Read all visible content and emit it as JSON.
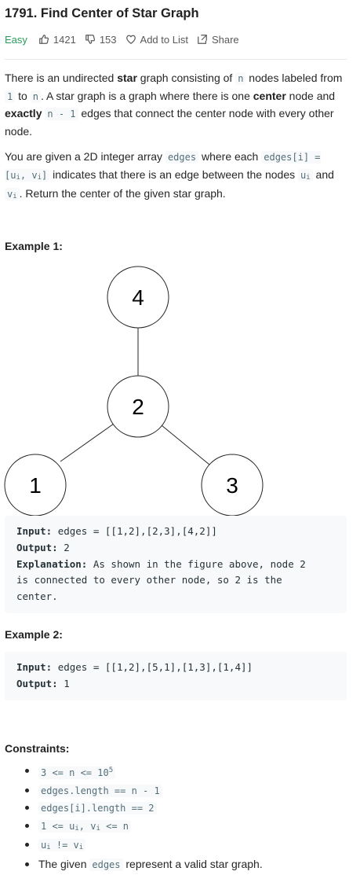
{
  "problem": {
    "title": "1791. Find Center of Star Graph",
    "difficulty": "Easy",
    "likes": "1421",
    "dislikes": "153",
    "add_to_list": "Add to List",
    "share": "Share"
  },
  "description": {
    "p1": {
      "t1": "There is an undirected ",
      "b1": "star",
      "t2": " graph consisting of ",
      "c1": "n",
      "t3": " nodes labeled from ",
      "c2": "1",
      "t4": " to ",
      "c3": "n",
      "t5": ". A star graph is a graph where there is one ",
      "b2": "center",
      "t6": " node and ",
      "b3": "exactly",
      "c4": "n - 1",
      "t7": " edges that connect the center node with every other node."
    },
    "p2": {
      "t1": "You are given a 2D integer array ",
      "c1": "edges",
      "t2": " where each ",
      "c2": "edges[i] = [u",
      "s1": "i",
      "c3": ", v",
      "s2": "i",
      "c4": "]",
      "t3": " indicates that there is an edge between the nodes ",
      "c5": "u",
      "s3": "i",
      "t4": " and ",
      "c6": "v",
      "s4": "i",
      "t5": ". Return the center of the given star graph."
    }
  },
  "example1": {
    "heading": "Example 1:",
    "graph_nodes": [
      "4",
      "2",
      "1",
      "3"
    ],
    "input_label": "Input:",
    "input_value": "edges = [[1,2],[2,3],[4,2]]",
    "output_label": "Output:",
    "output_value": "2",
    "explanation_label": "Explanation:",
    "explanation_l1": "As shown in the figure above, node 2",
    "explanation_l2": "is connected to every other node, so 2 is the",
    "explanation_l3": "center."
  },
  "example2": {
    "heading": "Example 2:",
    "input_label": "Input:",
    "input_value": "edges = [[1,2],[5,1],[1,3],[1,4]]",
    "output_label": "Output:",
    "output_value": "1"
  },
  "constraints": {
    "heading": "Constraints:",
    "c1_code": "3 <= n <= 10",
    "c1_sup": "5",
    "c2_code": "edges.length == n - 1",
    "c3_code": "edges[i].length == 2",
    "c4_a": "1 <= u",
    "c4_s1": "i",
    "c4_b": ", v",
    "c4_s2": "i",
    "c4_c": " <= n",
    "c5_a": "u",
    "c5_s1": "i",
    "c5_b": " != v",
    "c5_s2": "i",
    "c6_t1": "The given ",
    "c6_code": "edges",
    "c6_t2": " represent a valid star graph."
  },
  "colors": {
    "difficulty_easy": "#2a9d5c",
    "code_text": "#546e7a",
    "code_bg": "#f7f9fa"
  }
}
